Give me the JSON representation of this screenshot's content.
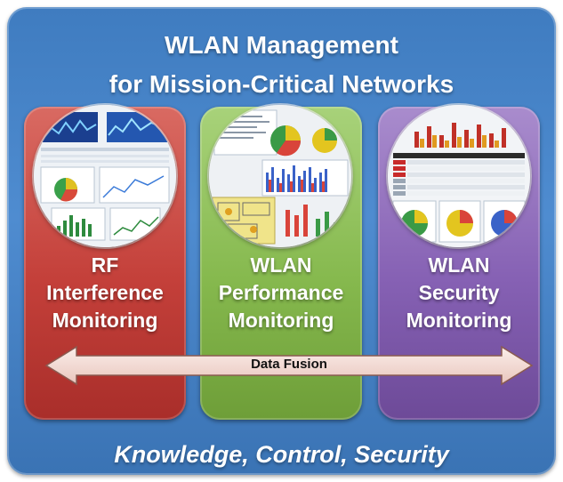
{
  "title": {
    "line1": "WLAN Management",
    "line2": "for Mission-Critical Networks"
  },
  "columns": [
    {
      "id": "rf",
      "lines": [
        "RF",
        "Interference",
        "Monitoring"
      ],
      "color": "#c4403a",
      "thumbnail": "dashboard-screenshot"
    },
    {
      "id": "performance",
      "lines": [
        "WLAN",
        "Performance",
        "Monitoring"
      ],
      "color": "#86b94e",
      "thumbnail": "dashboard-screenshot"
    },
    {
      "id": "security",
      "lines": [
        "WLAN",
        "Security",
        "Monitoring"
      ],
      "color": "#8661b4",
      "thumbnail": "dashboard-screenshot"
    }
  ],
  "arrow": {
    "label": "Data Fusion",
    "icon": "double-headed-arrow"
  },
  "tagline": "Knowledge, Control, Security",
  "colors": {
    "background": "#4a86c8",
    "arrow_fill": "#f3dcd6"
  }
}
